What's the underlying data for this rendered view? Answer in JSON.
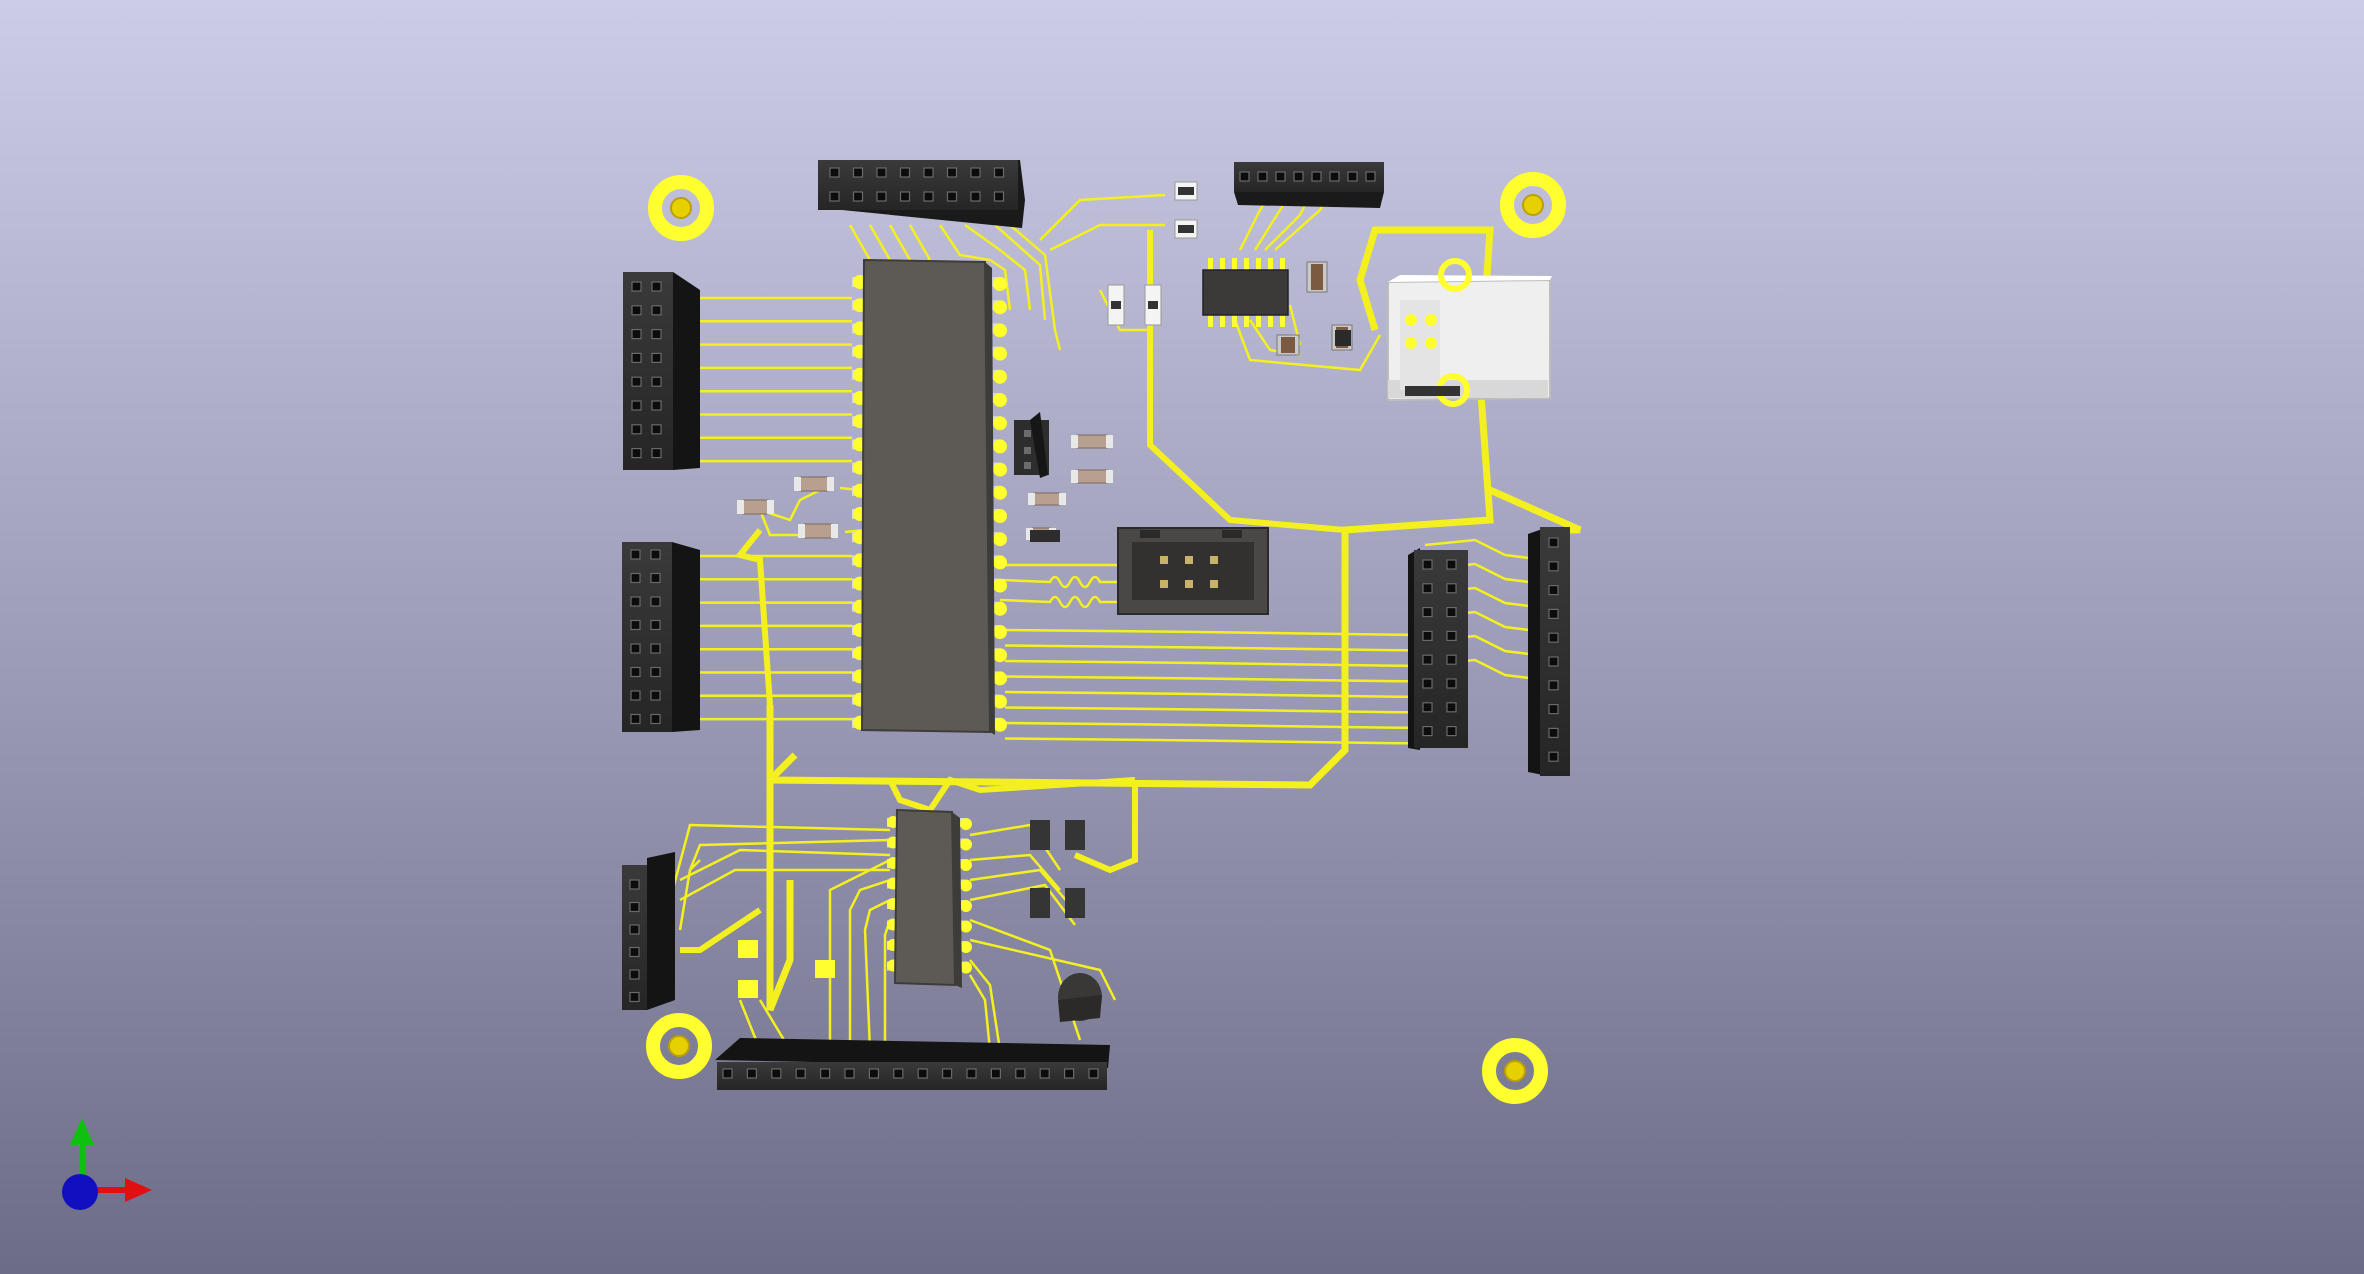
{
  "view": {
    "background_top": "#cccce6",
    "background_bottom": "#6c6c86"
  },
  "colors": {
    "copper": "#f4f020",
    "copper_pad": "#ffff30",
    "header_body": "#2d2d2d",
    "header_side": "#1a1a1a",
    "ic_body": "#5d5a56",
    "ic_pin": "#d8d8d8",
    "usb_shell": "#f0f0f0",
    "axis_x": "#e01010",
    "axis_y": "#10c010",
    "axis_z": "#1010c0"
  },
  "icons": {
    "axis_gizmo": "xyz-axis-icon"
  },
  "components": {
    "mounting_holes": 4,
    "main_ic_pins_per_side": 20,
    "small_ic_pins_per_side": 8,
    "usb_connector": "usb-b-receptacle",
    "box_header": "2x3-box-header"
  }
}
